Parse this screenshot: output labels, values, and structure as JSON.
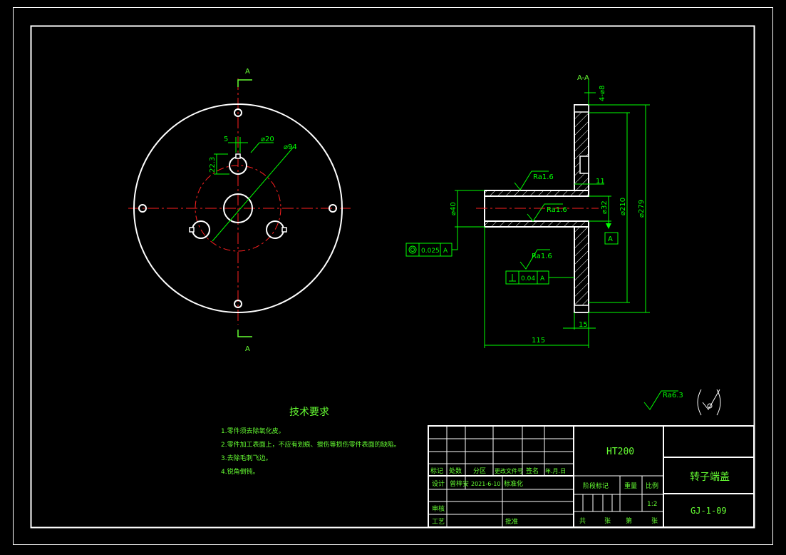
{
  "drawing": {
    "section_label_top": "A",
    "section_label_bottom": "A",
    "section_view_title": "A-A",
    "front_view": {
      "dim_key_width": "5",
      "dim_key_depth": "22.3",
      "dim_bore": "⌀20",
      "dim_bolt_circle": "⌀94"
    },
    "section_view": {
      "dim_holes": "4-⌀8",
      "dim_hub_outer": "⌀40",
      "dim_bore": "⌀32",
      "dim_flange_mid": "⌀210",
      "dim_flange_outer": "⌀279",
      "dim_step": "11",
      "dim_flange_thickness": "15",
      "dim_total_length": "115",
      "roughness_1": "Ra1.6",
      "roughness_2": "Ra1.6",
      "roughness_3": "Ra1.6",
      "datum": "A",
      "tol_concentricity": "0.025",
      "tol_concentricity_ref": "A",
      "tol_perpendicularity": "0.04",
      "tol_perpendicularity_ref": "A"
    },
    "general_roughness": "Ra6.3"
  },
  "notes": {
    "title": "技术要求",
    "items": [
      "1.零件须去除氧化皮。",
      "2.零件加工表面上，不应有划痕、擦伤等损伤零件表面的缺陷。",
      "3.去除毛刺飞边。",
      "4.锐角倒钝。"
    ]
  },
  "title_block": {
    "material": "HT200",
    "part_name": "转子端盖",
    "drawing_no": "GJ-1-09",
    "rev_headers": [
      "标记",
      "处数",
      "分区",
      "更改文件号",
      "签名",
      "年.月.日"
    ],
    "design_label": "设计",
    "designer": "曾梓安",
    "date": "2021-6-10",
    "standard_label": "标准化",
    "review_label": "审核",
    "process_label": "工艺",
    "approve_label": "批准",
    "stage_label": "阶段标记",
    "weight_label": "重量",
    "scale_label": "比例",
    "scale_value": "1:2",
    "sheets_total_a": "共",
    "sheets_total_b": "张",
    "sheet_no_a": "第",
    "sheet_no_b": "张"
  },
  "colors": {
    "outline": "#ffffff",
    "center_line": "#ff2020",
    "dimension": "#00ff00",
    "annotation": "#66ff33"
  }
}
